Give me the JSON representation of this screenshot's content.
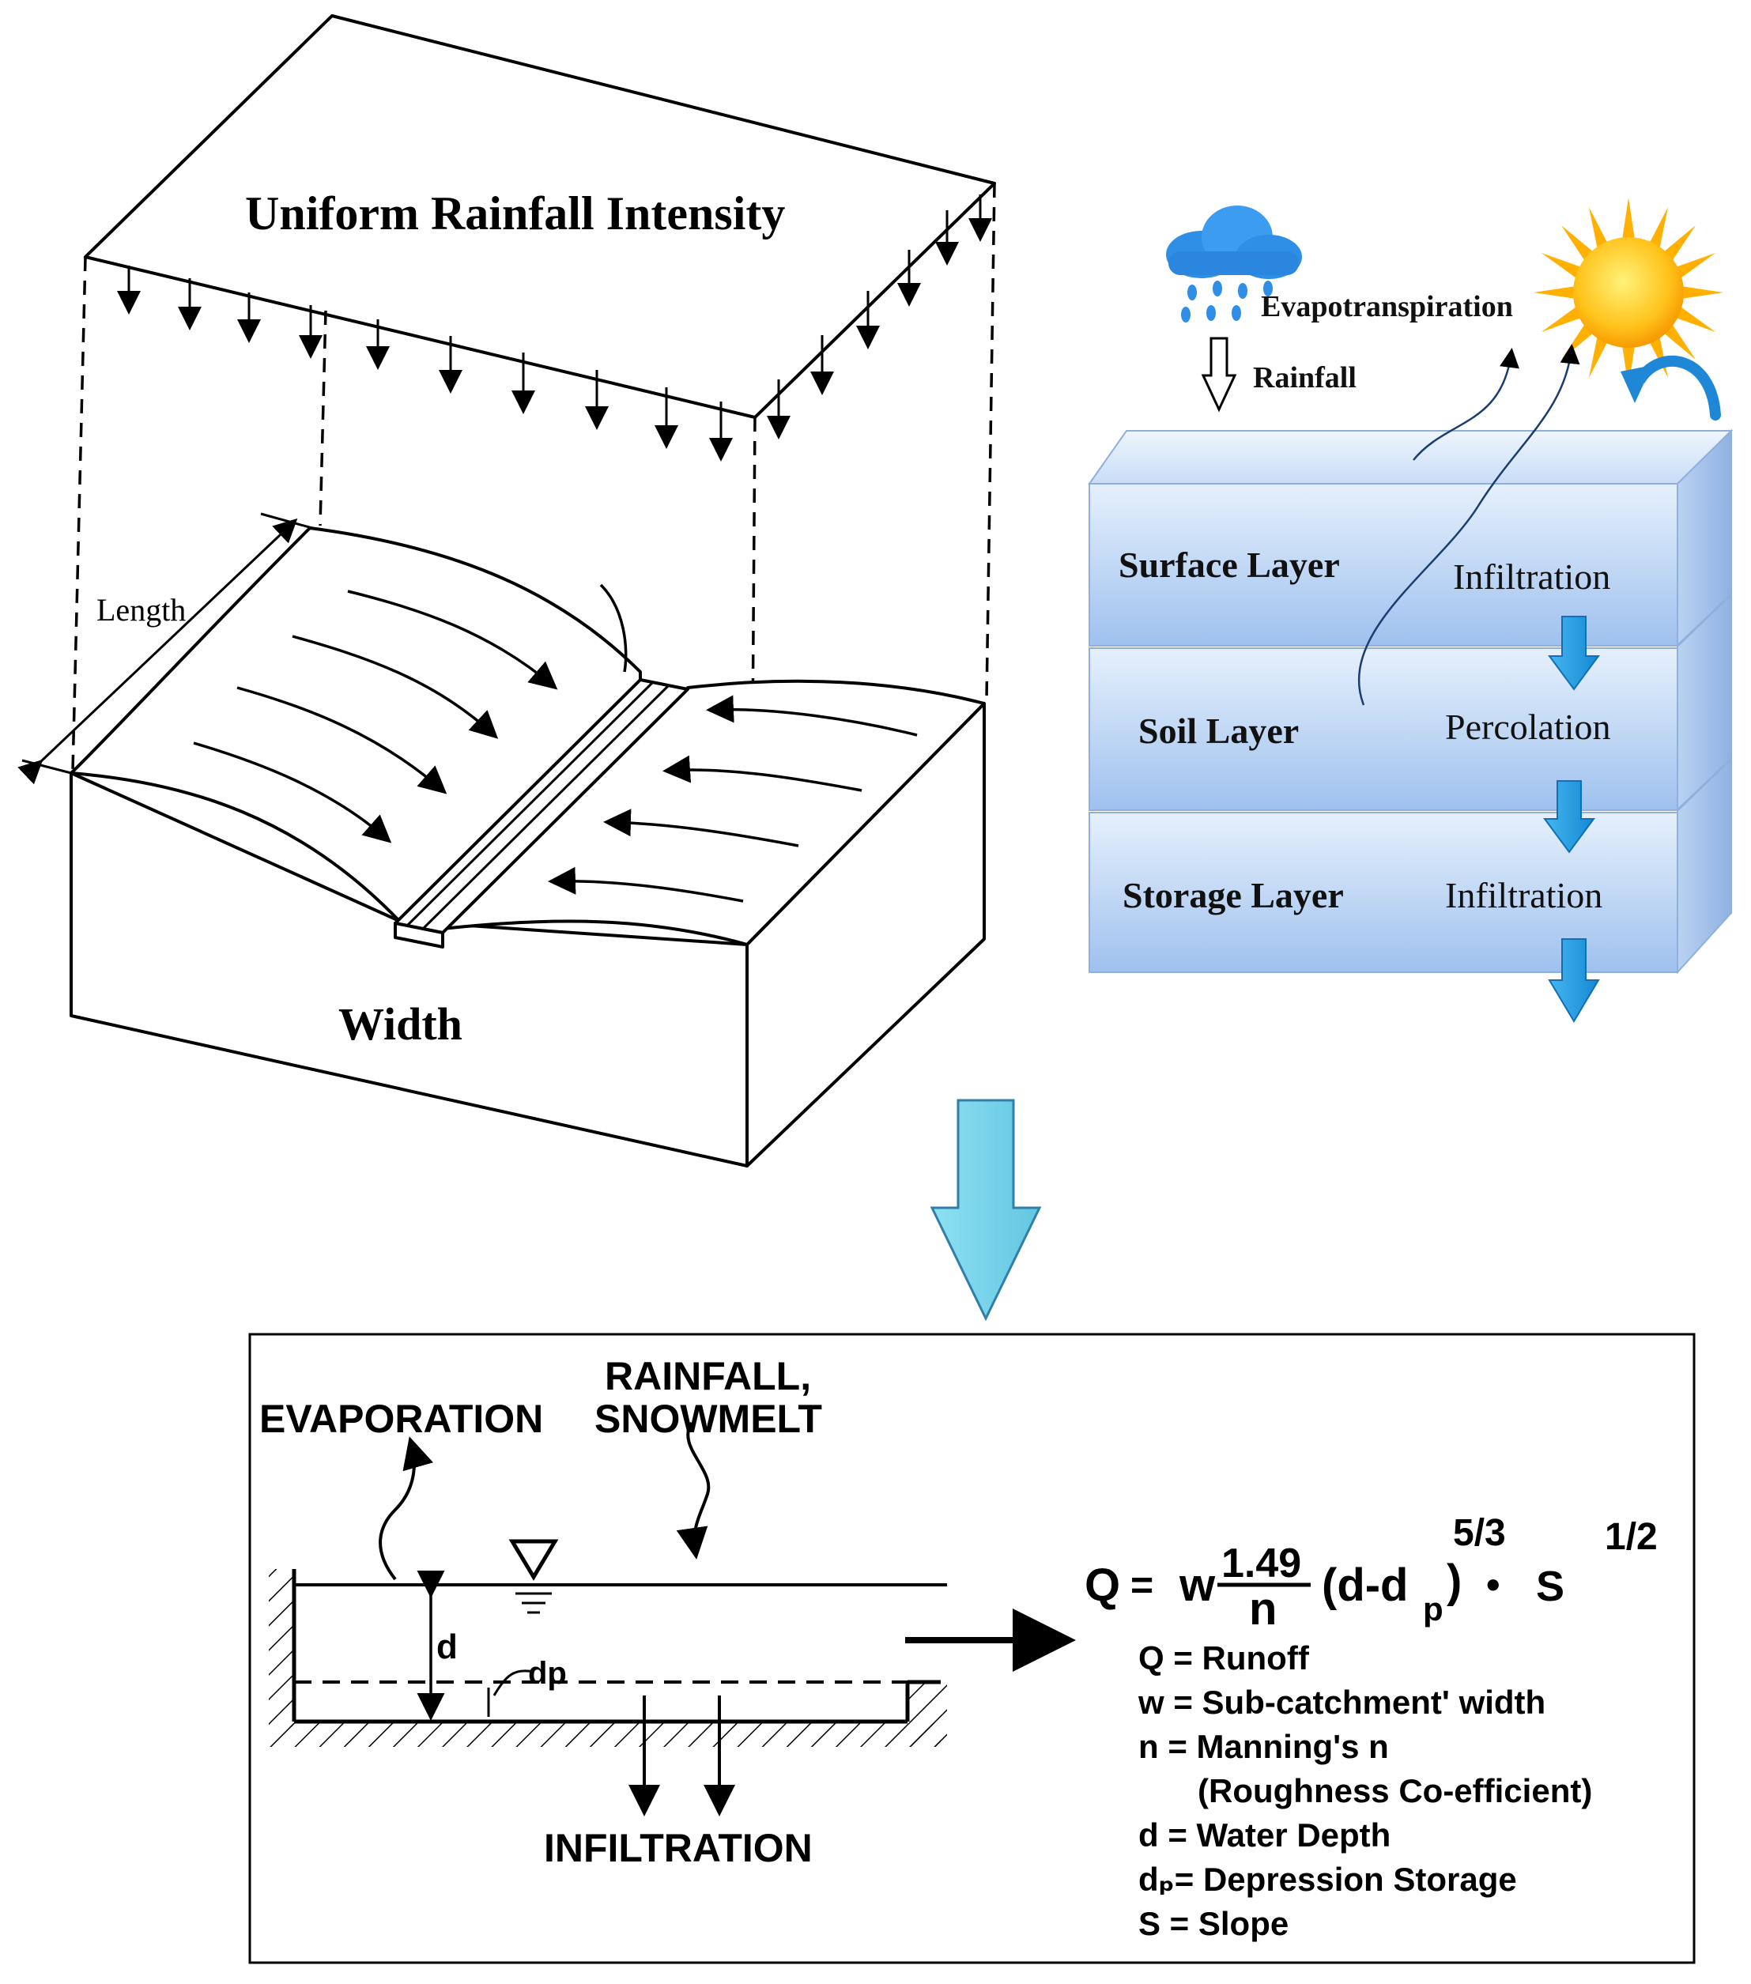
{
  "catchment_block": {
    "top_label": "Uniform Rainfall Intensity",
    "length_label": "Length",
    "width_label": "Width"
  },
  "layer_model": {
    "evapotranspiration_label": "Evapotranspiration",
    "rainfall_label": "Rainfall",
    "layers": [
      {
        "name": "Surface Layer",
        "process": "Infiltration"
      },
      {
        "name": "Soil Layer",
        "process": "Percolation"
      },
      {
        "name": "Storage Layer",
        "process": "Infiltration"
      }
    ],
    "colors": {
      "layer_light": "#dbe9fb",
      "layer_mid": "#a9c8f0",
      "layer_edge": "#7fa6d6",
      "arrow_blue": "#1e9ee2",
      "sun": "#ffc21a",
      "cloud": "#2f8ee6"
    }
  },
  "transition_arrow_color": "#7ad3ea",
  "reservoir": {
    "evaporation_label": "EVAPORATION",
    "rainfall_label_line1": "RAINFALL,",
    "rainfall_label_line2": "SNOWMELT",
    "infiltration_label": "INFILTRATION",
    "d_label": "d",
    "dp_label": "dp"
  },
  "equation": {
    "q": "Q",
    "eq": "=",
    "w": "w",
    "numerator": "1.49",
    "denominator": "n",
    "paren": "(d-d",
    "paren_sub": "p",
    "paren_close": ")",
    "exp1": "5/3",
    "dot": "•",
    "s": "S",
    "exp2": "1/2"
  },
  "legend": [
    "Q = Runoff",
    "w = Sub-catchment' width",
    "n = Manning's n",
    "(Roughness Co-efficient)",
    "d = Water Depth",
    "dₚ= Depression Storage",
    "S = Slope"
  ]
}
